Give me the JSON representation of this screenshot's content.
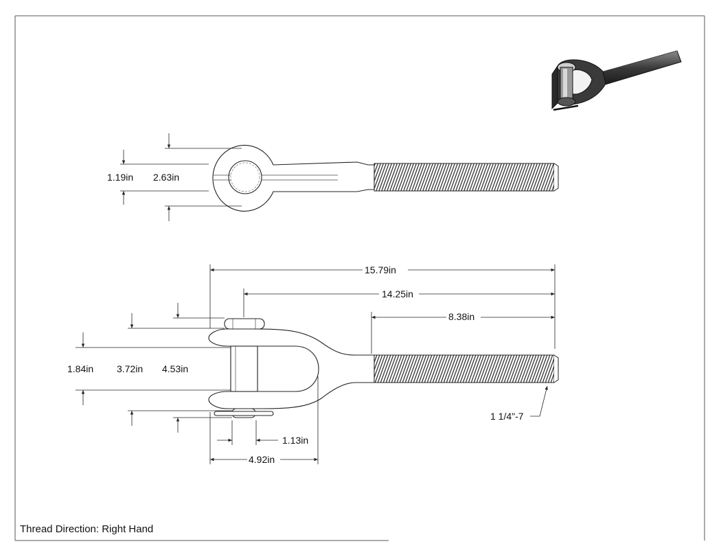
{
  "footer": {
    "thread_direction": "Thread Direction: Right Hand"
  },
  "top_view": {
    "dims": {
      "pin_dia": "1.19in",
      "eye_od": "2.63in"
    }
  },
  "side_view": {
    "dims": {
      "overall": "15.79in",
      "body_length": "14.25in",
      "thread_length": "8.38in",
      "jaw_inner": "1.84in",
      "jaw_outer": "3.72in",
      "pin_length": "4.53in",
      "pin_offset": "1.13in",
      "jaw_depth": "4.92in"
    },
    "thread_callout": "1 1/4\"-7"
  }
}
